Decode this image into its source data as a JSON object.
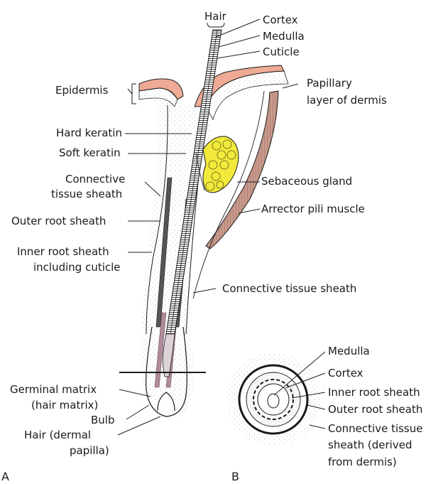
{
  "figure_a": {
    "panel_label": "A",
    "labels": {
      "hair": "Hair",
      "cortex": "Cortex",
      "medulla": "Medulla",
      "cuticle": "Cuticle",
      "epidermis": "Epidermis",
      "papillary_1": "Papillary",
      "papillary_2": "layer of dermis",
      "hard_keratin": "Hard keratin",
      "soft_keratin": "Soft keratin",
      "ct_sheath_left_1": "Connective",
      "ct_sheath_left_2": "tissue sheath",
      "outer_root_sheath": "Outer root sheath",
      "inner_root_1": "Inner root sheath",
      "inner_root_2": "including cuticle",
      "sebaceous_gland": "Sebaceous gland",
      "arrector_pili": "Arrector pili muscle",
      "ct_sheath_right": "Connective tissue sheath",
      "germinal_1": "Germinal matrix",
      "germinal_2": "(hair matrix)",
      "bulb": "Bulb",
      "dermal_1": "Hair (dermal",
      "dermal_2": "papilla)"
    }
  },
  "figure_b": {
    "panel_label": "B",
    "labels": {
      "medulla": "Medulla",
      "cortex": "Cortex",
      "inner_root_sheath": "Inner root sheath",
      "outer_root_sheath": "Outer root sheath",
      "ct_1": "Connective tissue",
      "ct_2": "sheath (derived",
      "ct_3": "from dermis)"
    }
  },
  "colors": {
    "epidermis": "#eeaa94",
    "sebaceous": "#f2e93c",
    "muscle": "#b8867a",
    "inner_sheath": "#b08a9a",
    "outline": "#1a1a1a",
    "stipple": "#9a9a9a"
  }
}
